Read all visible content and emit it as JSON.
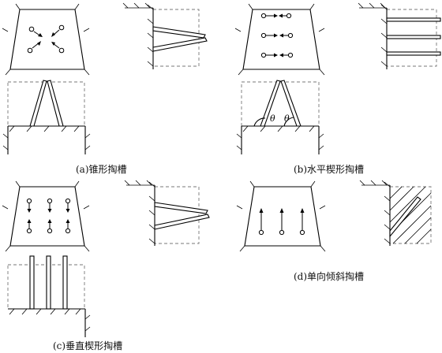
{
  "captions": {
    "a": "(a)锥形掏槽",
    "b": "(b)水平楔形掏槽",
    "c": "(c)垂直楔形掏槽",
    "d": "(d)单向倾斜掏槽"
  },
  "symbols": {
    "theta": "θ"
  }
}
